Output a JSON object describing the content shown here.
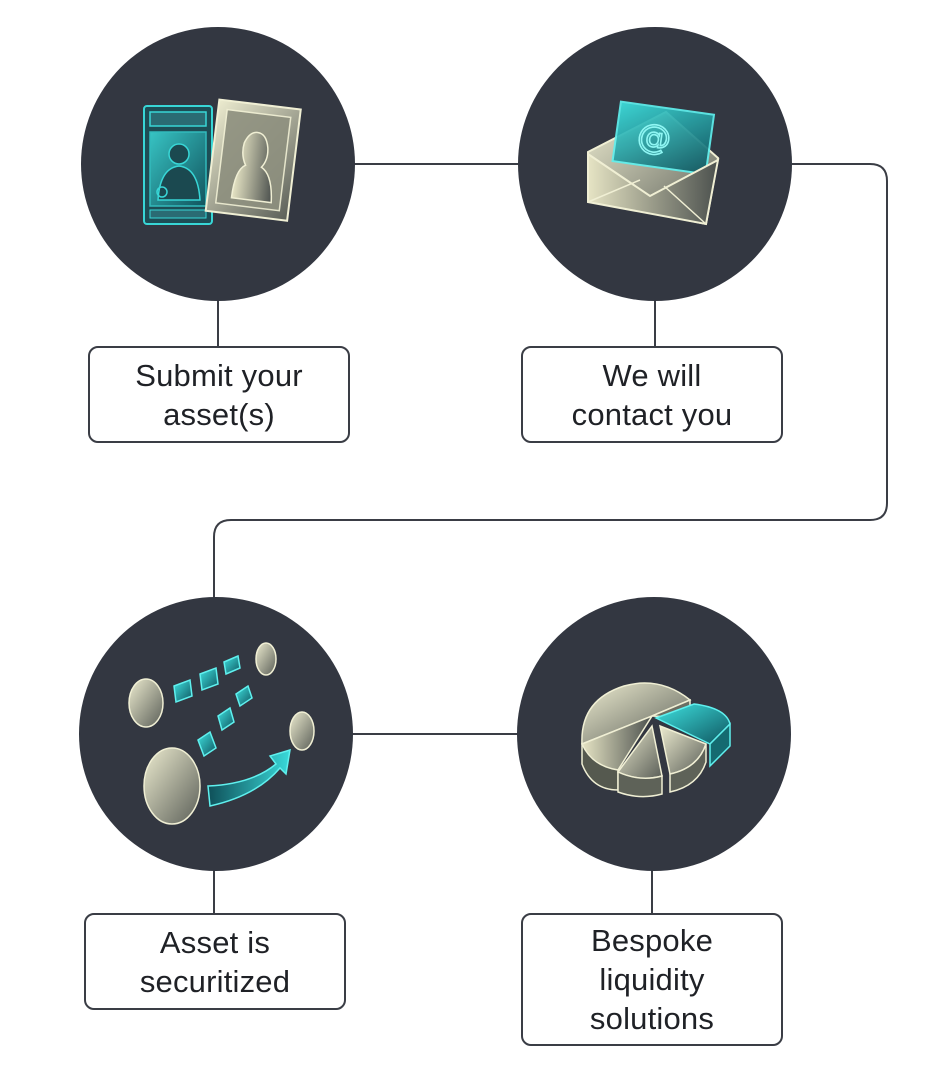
{
  "diagram": {
    "colors": {
      "circle": "#333741",
      "line": "#3a3d45",
      "accent": "#38d6d6",
      "cream": "#e9e7c6"
    },
    "steps": [
      {
        "id": "submit",
        "icon": "asset-photo-frames-icon",
        "label": "Submit your\nasset(s)"
      },
      {
        "id": "contact",
        "icon": "envelope-email-icon",
        "label": "We will\ncontact you"
      },
      {
        "id": "securitize",
        "icon": "coins-tokens-icon",
        "label": "Asset is\nsecuritized"
      },
      {
        "id": "liquidity",
        "icon": "pie-chart-icon",
        "label": "Bespoke\nliquidity\nsolutions"
      }
    ]
  }
}
